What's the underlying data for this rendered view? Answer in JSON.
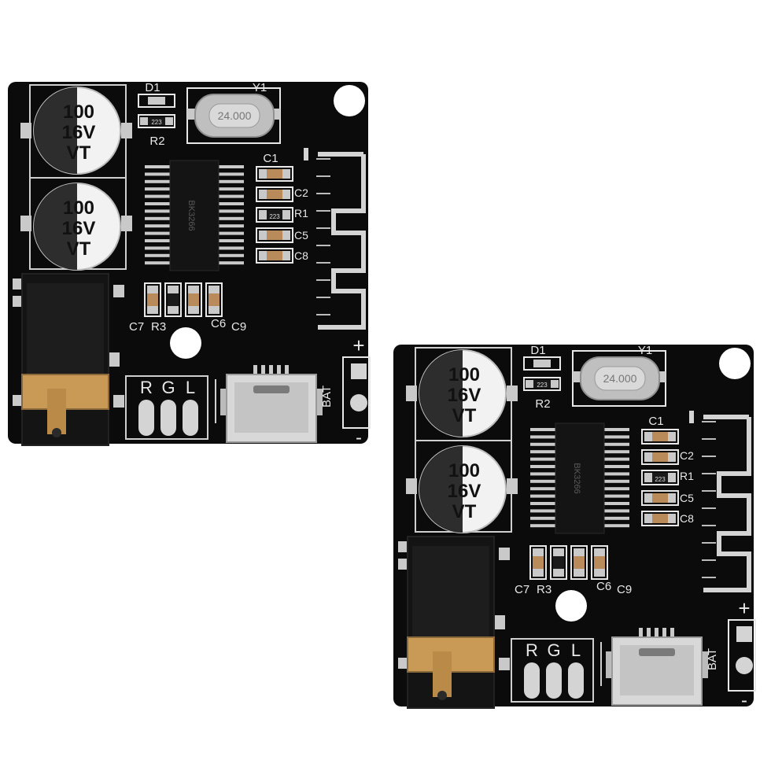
{
  "boards": [
    {
      "id": "board-1",
      "cap_top": {
        "line1": "100",
        "line2": "16V",
        "line3": "VT"
      },
      "cap_bottom": {
        "line1": "100",
        "line2": "16V",
        "line3": "VT"
      },
      "labels": {
        "d1": "D1",
        "r2": "R2",
        "y1": "Y1",
        "c1": "C1",
        "c2": "C2",
        "r1": "R1",
        "c5": "C5",
        "c8": "C8",
        "c7": "C7",
        "r3": "R3",
        "c6": "C6",
        "c9": "C9",
        "r": "R",
        "g": "G",
        "l": "L",
        "bat": "BAT",
        "plus": "+",
        "minus": "-",
        "crystal": "24.000",
        "resistor_code": "223",
        "r2_code": "223"
      }
    },
    {
      "id": "board-2",
      "cap_top": {
        "line1": "100",
        "line2": "16V",
        "line3": "VT"
      },
      "cap_bottom": {
        "line1": "100",
        "line2": "16V",
        "line3": "VT"
      },
      "labels": {
        "d1": "D1",
        "r2": "R2",
        "y1": "Y1",
        "c1": "C1",
        "c2": "C2",
        "r1": "R1",
        "c5": "C5",
        "c8": "C8",
        "c7": "C7",
        "r3": "R3",
        "c6": "C6",
        "c9": "C9",
        "r": "R",
        "g": "G",
        "l": "L",
        "bat": "BAT",
        "plus": "+",
        "minus": "-",
        "crystal": "24.000",
        "resistor_code": "223",
        "r2_code": "223"
      }
    }
  ],
  "colors": {
    "pcb": "#0b0b0b",
    "silkscreen": "#e8e8e8",
    "tin": "#c9c9c9",
    "gold": "#c89a55",
    "capacitor_body": "#f2f2f2"
  }
}
